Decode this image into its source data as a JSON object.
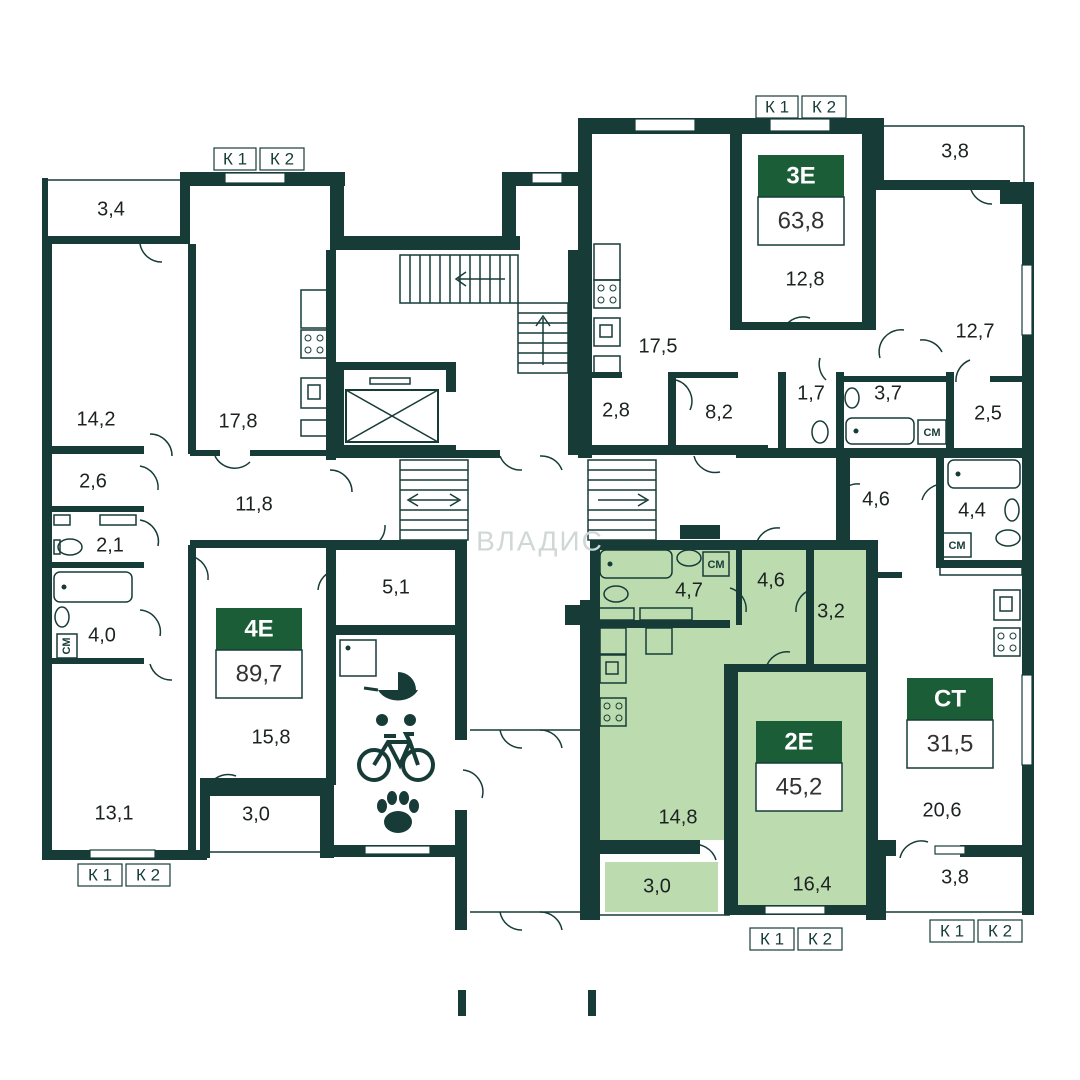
{
  "watermark": "ВЛАДИС",
  "colors": {
    "wall": "#173c38",
    "badge": "#1a5d37",
    "highlight": "#bcdcb0"
  },
  "apartments": [
    {
      "code": "3E",
      "area": "63,8"
    },
    {
      "code": "4E",
      "area": "89,7"
    },
    {
      "code": "2E",
      "area": "45,2"
    },
    {
      "code": "CT",
      "area": "31,5"
    }
  ],
  "rooms": {
    "r_3_4": "3,4",
    "r_14_2": "14,2",
    "r_17_8": "17,8",
    "r_2_6": "2,6",
    "r_11_8": "11,8",
    "r_2_1": "2,1",
    "r_4_0": "4,0",
    "r_15_8": "15,8",
    "r_13_1": "13,1",
    "r_3_0a": "3,0",
    "r_5_1": "5,1",
    "r_17_5": "17,5",
    "r_2_8": "2,8",
    "r_8_2": "8,2",
    "r_12_8": "12,8",
    "r_3_8a": "3,8",
    "r_12_7": "12,7",
    "r_1_7": "1,7",
    "r_3_7": "3,7",
    "r_2_5": "2,5",
    "r_4_6a": "4,6",
    "r_4_4": "4,4",
    "r_4_7": "4,7",
    "r_4_6b": "4,6",
    "r_3_2": "3,2",
    "r_14_8": "14,8",
    "r_3_0b": "3,0",
    "r_16_4": "16,4",
    "r_20_6": "20,6",
    "r_3_8b": "3,8"
  },
  "labels": {
    "k1": "К 1",
    "k2": "К 2",
    "cm": "СМ"
  },
  "icons": [
    "stroller-icon",
    "bicycle-icon",
    "paw-icon",
    "shower-tray-icon",
    "stair-arrow-icon",
    "elevator-icon",
    "stove-icon",
    "sink-icon",
    "bathtub-icon",
    "toilet-icon",
    "washing-machine-icon"
  ]
}
